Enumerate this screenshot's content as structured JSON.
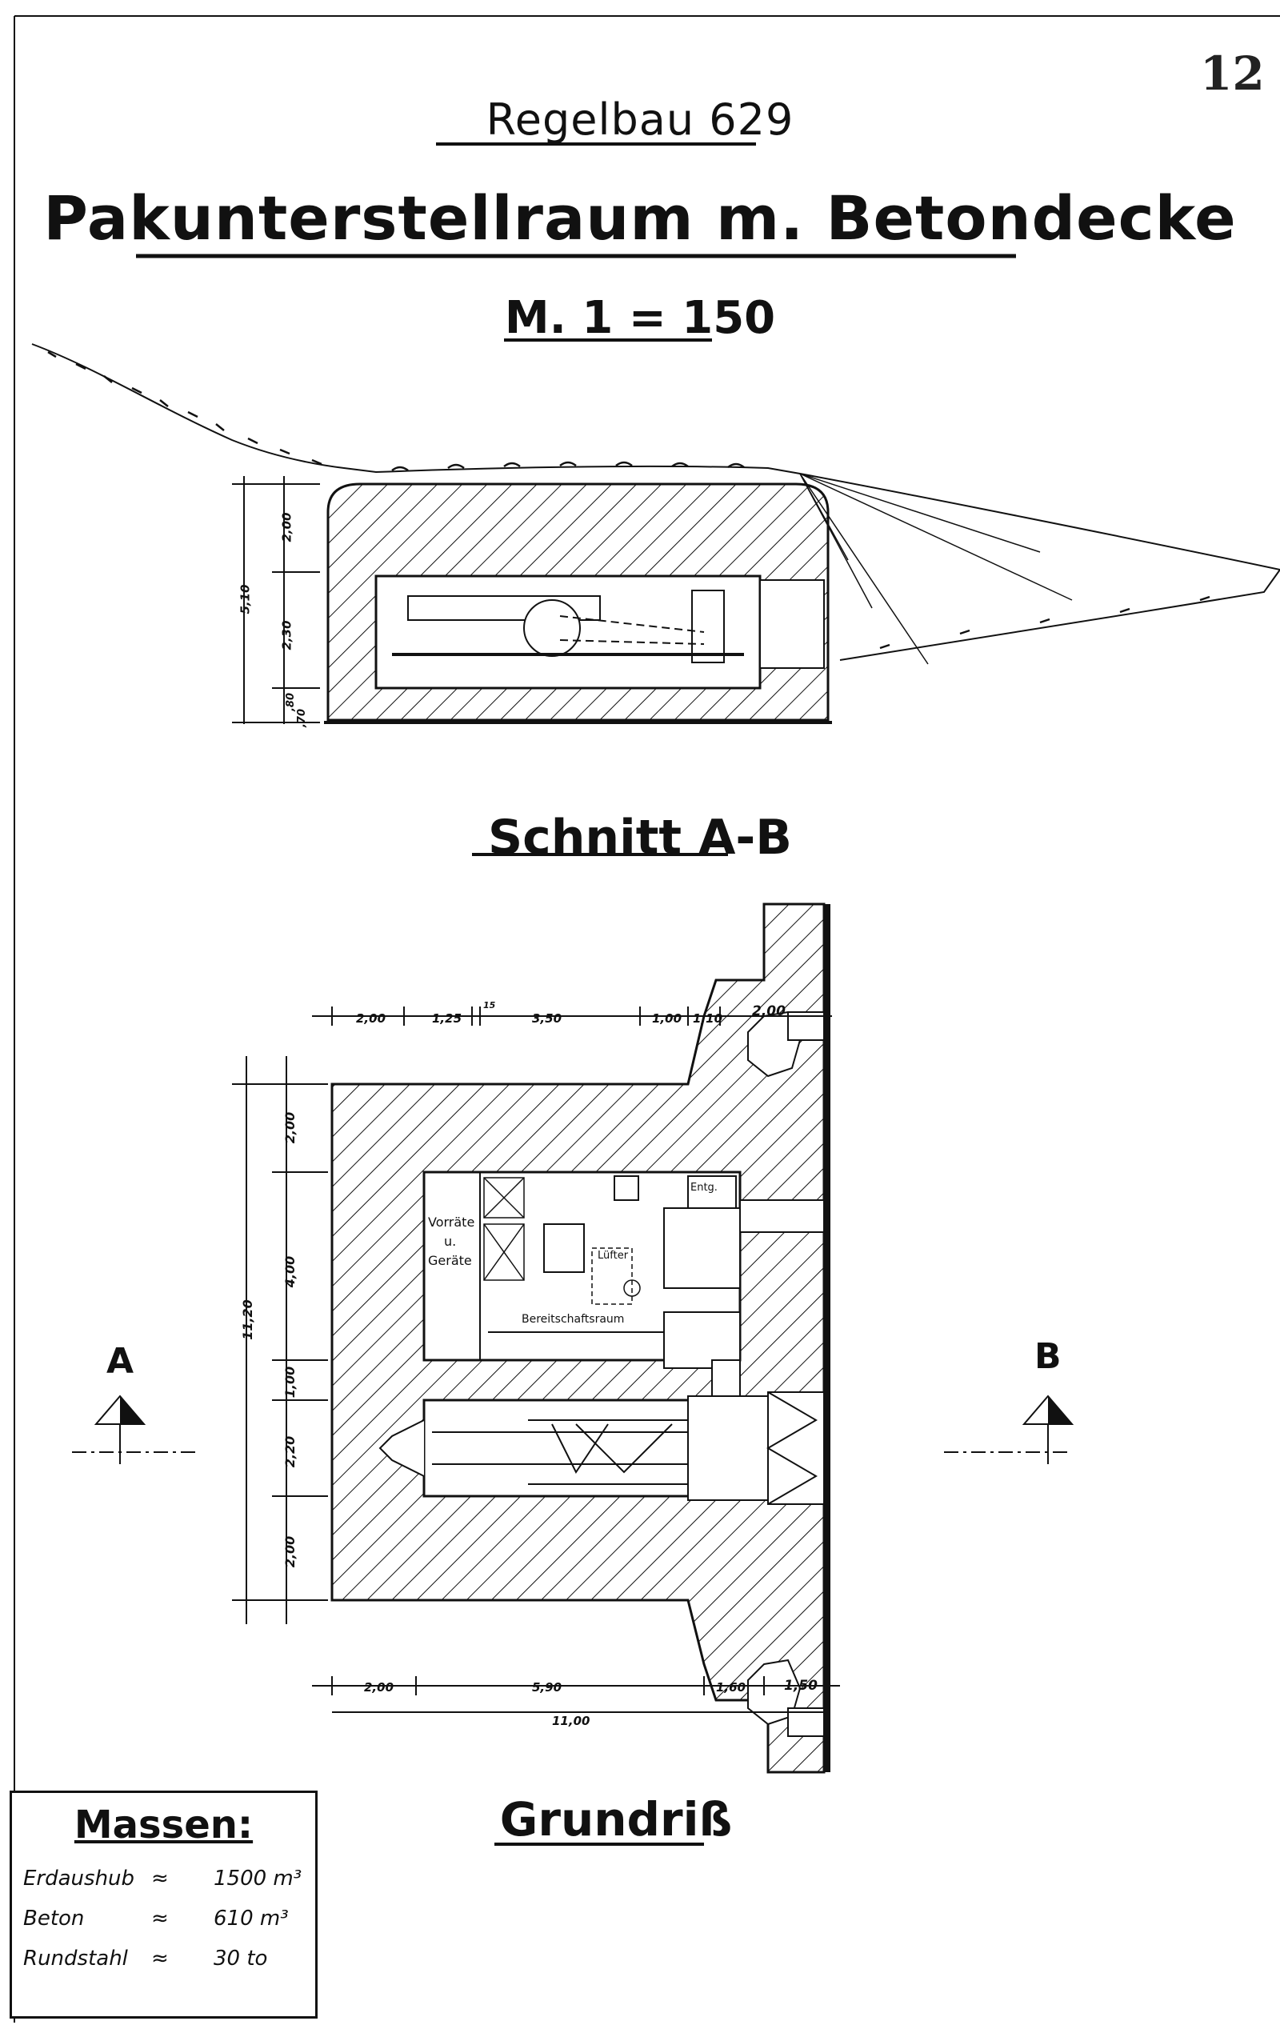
{
  "page_number": "12",
  "titles": {
    "regelbau": "Regelbau 629",
    "main": "Pakunterstellraum m. Betondecke",
    "scale": "M. 1 = 150",
    "section": "Schnitt A-B",
    "plan": "Grundriß"
  },
  "section_dims": [
    "5,10",
    "2,00",
    "2,30",
    ",80",
    ",70"
  ],
  "plan_dims_top": [
    "2,00",
    "1,25",
    "15",
    "3,50",
    "1,00",
    "1,10",
    "2,00"
  ],
  "plan_dims_left": [
    "11,20",
    "2,00",
    "4,00",
    "1,00",
    "2,20",
    "2,00"
  ],
  "plan_dims_bottom": [
    "2,00",
    "5,90",
    "1,60",
    "1,50",
    "11,00"
  ],
  "rooms": {
    "vorraete_1": "Vorräte",
    "vorraete_2": "u.",
    "vorraete_3": "Geräte",
    "bereitschaft": "Bereitschaftsraum",
    "luefter": "Lüfter",
    "entg": "Entg."
  },
  "markers": {
    "a": "A",
    "b": "B"
  },
  "massen": {
    "title": "Massen:",
    "rows": [
      {
        "name": "Erdaushub",
        "approx": "≈",
        "value": "1500 m³"
      },
      {
        "name": "Beton",
        "approx": "≈",
        "value": "610 m³"
      },
      {
        "name": "Rundstahl",
        "approx": "≈",
        "value": "30 to"
      }
    ]
  }
}
